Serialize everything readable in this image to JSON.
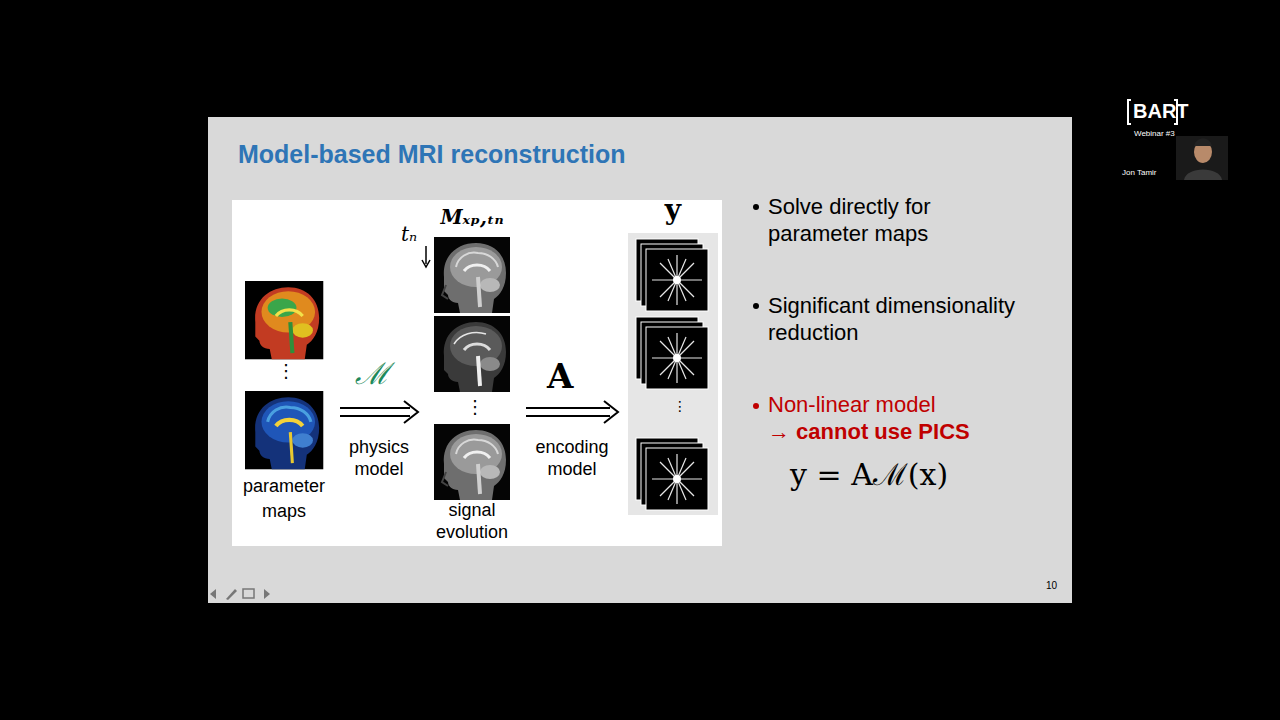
{
  "diagram": {
    "title": "Model-based MRI reconstruction",
    "nodes": [
      {
        "text": [
          "parameter maps"
        ]
      },
      {
        "text": [
          "Mₓₚ,ₜₙ",
          "signal evolution"
        ]
      },
      {
        "text": [
          "y"
        ]
      }
    ],
    "edges": [
      {
        "from": 0,
        "to": 1,
        "label": "physics model",
        "arrow": "to"
      },
      {
        "from": 1,
        "to": 2,
        "label": "encoding model",
        "arrow": "to"
      }
    ],
    "labels": [
      "ℳ",
      "A",
      "⋮",
      "⋮",
      "⋮",
      "tₙ",
      "Solve directly for parameter maps",
      "Significant dimensionality reduction",
      "Non-linear model",
      "→ cannot use PICS",
      "y = Aℳ(x)",
      "10",
      "BART",
      "Webinar #3",
      "Jon Tamir"
    ]
  }
}
